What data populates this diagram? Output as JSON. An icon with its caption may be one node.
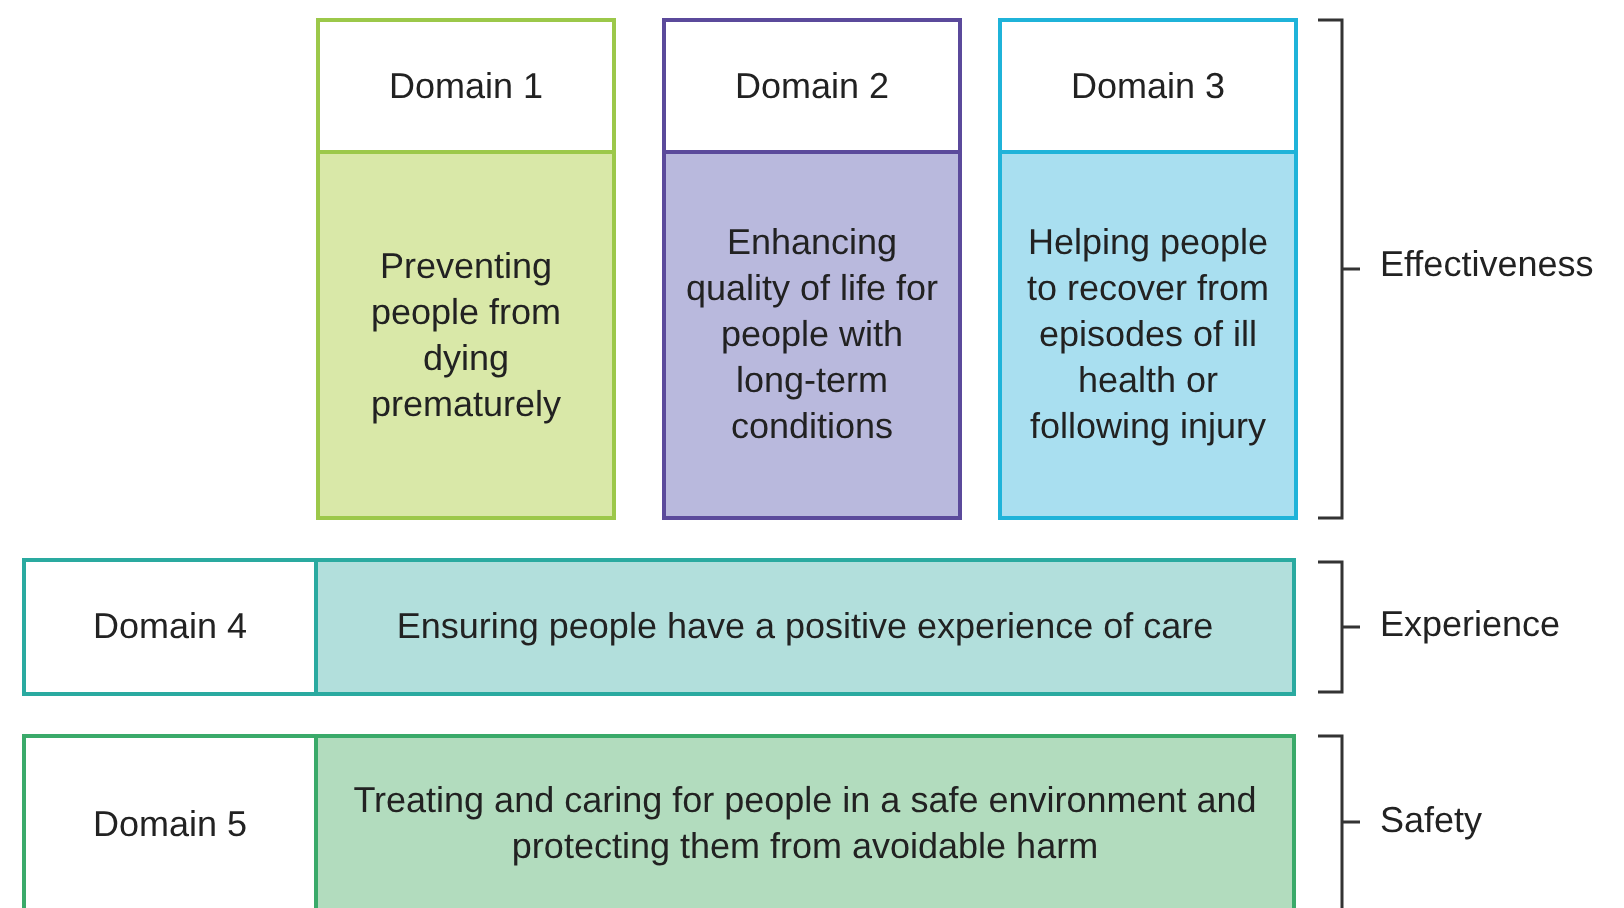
{
  "diagram": {
    "nodes": [
      {
        "text": [
          "Domain 1",
          "Preventing people from dying prematurely"
        ]
      },
      {
        "text": [
          "Domain 2",
          "Enhancing quality of life for people with long-term conditions"
        ]
      },
      {
        "text": [
          "Domain 3",
          "Helping people to recover from episodes of ill health or following injury"
        ]
      },
      {
        "text": [
          "Domain 4",
          "Ensuring people have a positive experience of care"
        ]
      },
      {
        "text": [
          "Domain 5",
          "Treating and caring for people in a safe environment and protecting them from avoidable harm"
        ]
      }
    ],
    "labels": [
      "Effectiveness",
      "Experience",
      "Safety"
    ]
  }
}
